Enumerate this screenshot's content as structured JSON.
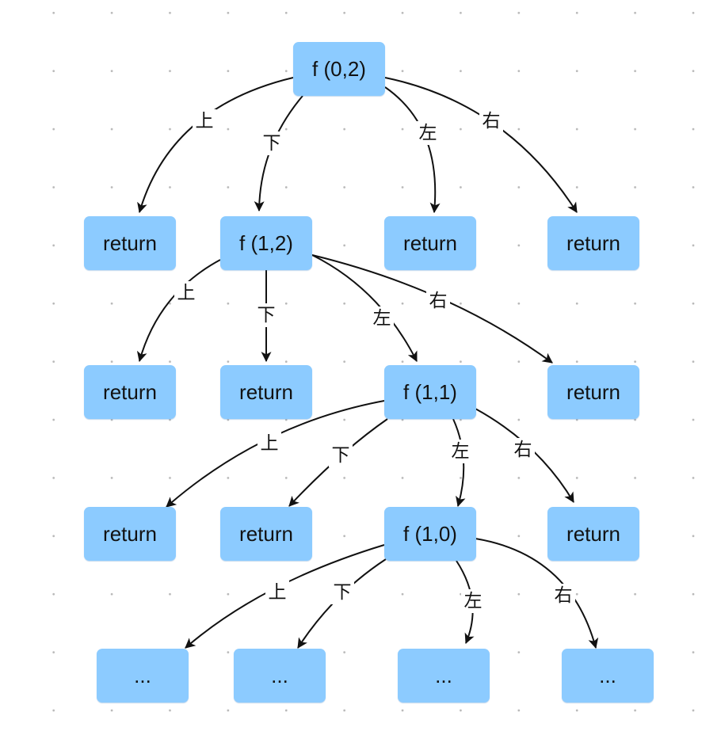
{
  "colors": {
    "node_fill": "#8ccbff",
    "edge": "#111111",
    "grid_dot": "#b8b8b8"
  },
  "nodes": [
    {
      "id": "f02",
      "label": "f (0,2)"
    },
    {
      "id": "r1",
      "label": "return"
    },
    {
      "id": "f12",
      "label": "f (1,2)"
    },
    {
      "id": "r2",
      "label": "return"
    },
    {
      "id": "r3",
      "label": "return"
    },
    {
      "id": "r4",
      "label": "return"
    },
    {
      "id": "r5",
      "label": "return"
    },
    {
      "id": "f11",
      "label": "f (1,1)"
    },
    {
      "id": "r6",
      "label": "return"
    },
    {
      "id": "r7",
      "label": "return"
    },
    {
      "id": "r8",
      "label": "return"
    },
    {
      "id": "f10",
      "label": "f (1,0)"
    },
    {
      "id": "r9",
      "label": "return"
    },
    {
      "id": "e1",
      "label": "..."
    },
    {
      "id": "e2",
      "label": "..."
    },
    {
      "id": "e3",
      "label": "..."
    },
    {
      "id": "e4",
      "label": "..."
    }
  ],
  "edges": [
    {
      "from": "f02",
      "to": "r1",
      "label": "上"
    },
    {
      "from": "f02",
      "to": "f12",
      "label": "下"
    },
    {
      "from": "f02",
      "to": "r2",
      "label": "左"
    },
    {
      "from": "f02",
      "to": "r3",
      "label": "右"
    },
    {
      "from": "f12",
      "to": "r4",
      "label": "上"
    },
    {
      "from": "f12",
      "to": "r5",
      "label": "下"
    },
    {
      "from": "f12",
      "to": "f11",
      "label": "左"
    },
    {
      "from": "f12",
      "to": "r9",
      "label": "右"
    },
    {
      "from": "f11",
      "to": "r6",
      "label": "上"
    },
    {
      "from": "f11",
      "to": "r7",
      "label": "下"
    },
    {
      "from": "f11",
      "to": "f10",
      "label": "左"
    },
    {
      "from": "f11",
      "to": "r8",
      "label": "右"
    },
    {
      "from": "f10",
      "to": "e1",
      "label": "上"
    },
    {
      "from": "f10",
      "to": "e2",
      "label": "下"
    },
    {
      "from": "f10",
      "to": "e3",
      "label": "左"
    },
    {
      "from": "f10",
      "to": "e4",
      "label": "右"
    }
  ]
}
